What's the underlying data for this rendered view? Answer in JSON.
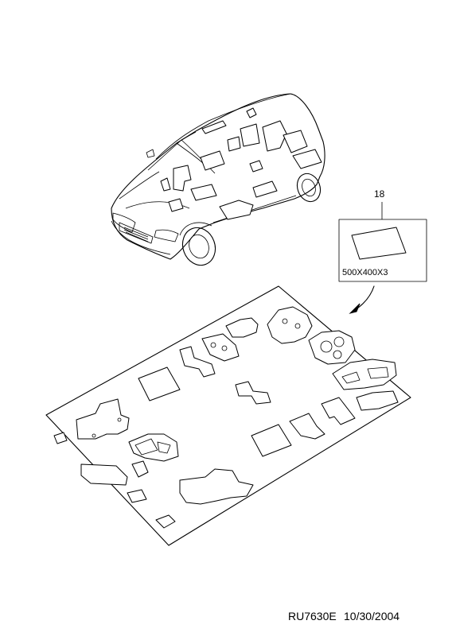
{
  "callout": {
    "number": "18",
    "size_label": "500X400X3"
  },
  "footer": {
    "code": "RU7630E",
    "date": "10/30/2004"
  }
}
